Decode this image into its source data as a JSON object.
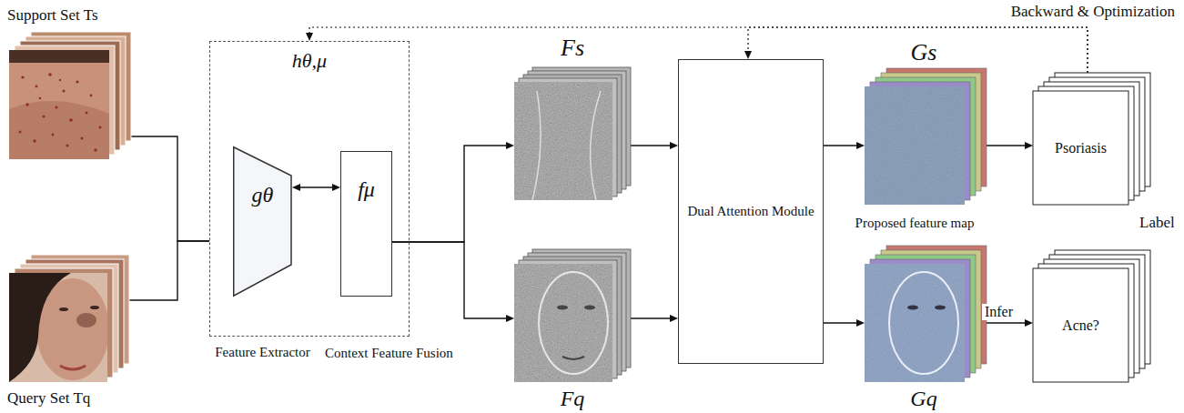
{
  "diagram": {
    "nodes": [
      {
        "text": [
          "Support Set Ts"
        ]
      },
      {
        "text": [
          "Query Set Tq"
        ]
      },
      {
        "text": [
          "hθ,μ"
        ]
      },
      {
        "text": [
          "gθ",
          "Feature Extractor"
        ],
        "in": 2
      },
      {
        "text": [
          "fμ",
          "Context Feature Fusion"
        ],
        "in": 2
      },
      {
        "text": [
          "Fs"
        ]
      },
      {
        "text": [
          "Fq"
        ]
      },
      {
        "text": [
          "Dual Attention Module"
        ]
      },
      {
        "text": [
          "Gs",
          "Proposed feature map"
        ]
      },
      {
        "text": [
          "Gq"
        ]
      },
      {
        "text": [
          "Psoriasis",
          "Label"
        ]
      },
      {
        "text": [
          "Acne?"
        ]
      }
    ],
    "edges": [
      {
        "from": 0,
        "to": 2,
        "arrow": "none"
      },
      {
        "from": 1,
        "to": 2,
        "arrow": "none"
      },
      {
        "from": 3,
        "to": 4,
        "arrow": "both"
      },
      {
        "from": 4,
        "to": 5,
        "arrow": "to"
      },
      {
        "from": 4,
        "to": 6,
        "arrow": "to"
      },
      {
        "from": 5,
        "to": 7,
        "arrow": "to"
      },
      {
        "from": 6,
        "to": 7,
        "arrow": "to"
      },
      {
        "from": 7,
        "to": 8,
        "arrow": "to"
      },
      {
        "from": 7,
        "to": 9,
        "arrow": "to"
      },
      {
        "from": 8,
        "to": 10,
        "arrow": "both"
      },
      {
        "from": 9,
        "to": 11,
        "label": "Infer",
        "arrow": "to"
      },
      {
        "from": 10,
        "to": 2,
        "arrow": "to"
      },
      {
        "from": 10,
        "to": 7,
        "arrow": "to"
      }
    ],
    "labels": [
      "Backward & Optimization"
    ]
  }
}
